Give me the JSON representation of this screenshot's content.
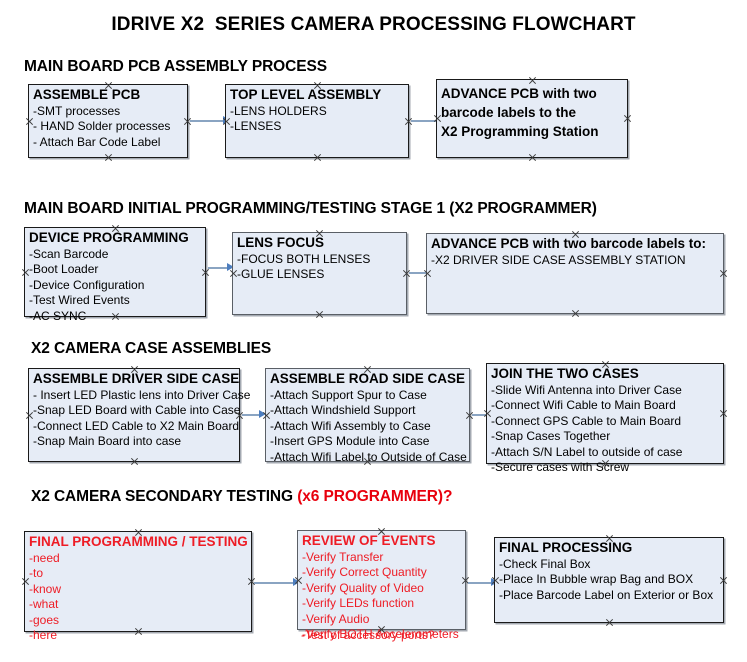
{
  "document": {
    "title": "IDRIVE X2  SERIES CAMERA PROCESSING FLOWCHART"
  },
  "colors": {
    "box_fill": "#e6ecf6",
    "box_border": "#1a1a1a",
    "arrow_shaft": "#8aa4c2",
    "arrow_head": "#4d7ebf",
    "red_text": "#ee1c25",
    "heading_red": "#e8000d",
    "background": "#ffffff"
  },
  "sections": [
    {
      "id": "main-board-pcb-assembly-process",
      "heading": "MAIN BOARD PCB ASSEMBLY PROCESS",
      "heading_red": "",
      "nodes": [
        {
          "id": "assemble-pcb",
          "title": "ASSEMBLE PCB",
          "lines": [
            "-SMT processes",
            "- HAND Solder processes",
            "- Attach Bar Code Label"
          ]
        },
        {
          "id": "top-level-assembly",
          "title": "TOP LEVEL ASSEMBLY",
          "lines": [
            "-LENS HOLDERS",
            "-LENSES"
          ]
        },
        {
          "id": "advance-pcb-to-x2-programming-station",
          "title": "ADVANCE PCB with two\nbarcode labels to the\n X2 Programming Station",
          "lines": []
        }
      ]
    },
    {
      "id": "main-board-initial-programming-testing-stage-1",
      "heading": "MAIN BOARD INITIAL PROGRAMMING/TESTING STAGE 1 (X2 PROGRAMMER)",
      "heading_red": "",
      "nodes": [
        {
          "id": "device-programming",
          "title": "DEVICE PROGRAMMING",
          "lines": [
            "-Scan Barcode",
            "-Boot Loader",
            "-Device Configuration",
            "-Test Wired Events",
            "-AC SYNC"
          ]
        },
        {
          "id": "lens-focus",
          "title": "LENS FOCUS",
          "lines": [
            "-FOCUS BOTH LENSES",
            "-GLUE LENSES"
          ]
        },
        {
          "id": "advance-pcb-to-driver-side-case-assembly",
          "title": "ADVANCE PCB with two barcode labels to:",
          "lines": [
            "-X2 DRIVER  SIDE  CASE  ASSEMBLY STATION"
          ]
        }
      ]
    },
    {
      "id": "x2-camera-case-assemblies",
      "heading": "X2 CAMERA CASE ASSEMBLIES",
      "heading_red": "",
      "nodes": [
        {
          "id": "assemble-driver-side-case",
          "title": "ASSEMBLE DRIVER SIDE CASE",
          "lines": [
            "- Insert LED Plastic lens into Driver Case",
            "-Snap LED Board with Cable into Case",
            "-Connect LED Cable to X2 Main Board",
            "-Snap Main Board into case"
          ]
        },
        {
          "id": "assemble-road-side-case",
          "title": "ASSEMBLE ROAD SIDE CASE",
          "lines": [
            "-Attach Support Spur to Case",
            "-Attach Windshield Support",
            "-Attach Wifi Assembly to Case",
            "-Insert GPS Module into Case",
            "-Attach Wifi Label to Outside of Case"
          ]
        },
        {
          "id": "join-the-two-cases",
          "title": "JOIN THE TWO CASES",
          "lines": [
            "-Slide Wifi Antenna into Driver Case",
            "-Connect Wifi Cable to Main Board",
            "-Connect GPS Cable to Main Board",
            "-Snap Cases Together",
            "-Attach S/N Label to outside of case",
            "-Secure cases with Screw"
          ]
        }
      ]
    },
    {
      "id": "x2-camera-secondary-testing",
      "heading": "X2 CAMERA SECONDARY TESTING ",
      "heading_red": "(x6 PROGRAMMER)?",
      "nodes": [
        {
          "id": "final-programming-testing",
          "title": "FINAL PROGRAMMING / TESTING",
          "lines": [
            "-need",
            "-to",
            "-know",
            "-what",
            "-goes",
            "-here"
          ]
        },
        {
          "id": "review-of-events",
          "title": "REVIEW OF EVENTS",
          "lines": [
            "-Verify Transfer",
            "-Verify Correct Quantity",
            "-Verify Quality of Video",
            "-Verify LEDs function",
            "-Verify Audio",
            "-Verify BOTH Accelerometers"
          ],
          "overflow_line": "-Test of accessory ports?"
        },
        {
          "id": "final-processing",
          "title": "FINAL PROCESSING",
          "lines": [
            " -Check Final Box",
            "-Place In Bubble wrap Bag and BOX",
            "-Place Barcode Label on Exterior or Box"
          ]
        }
      ]
    }
  ]
}
